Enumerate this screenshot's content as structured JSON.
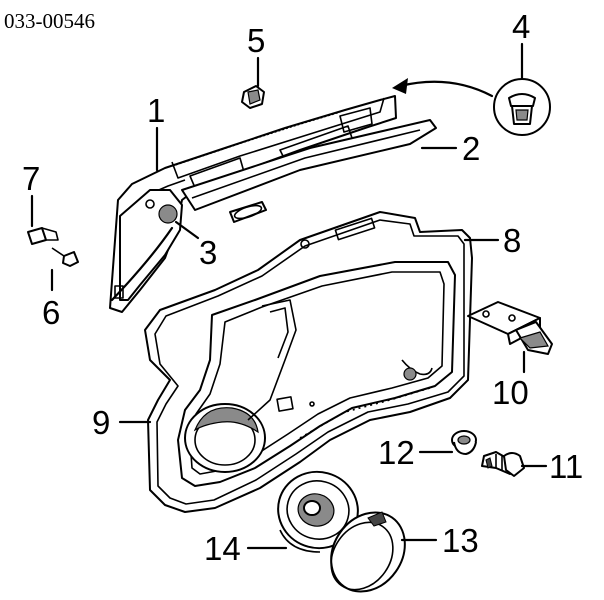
{
  "diagram": {
    "part_code": "033-00546",
    "callouts": [
      {
        "id": "1",
        "label": "1"
      },
      {
        "id": "2",
        "label": "2"
      },
      {
        "id": "3",
        "label": "3"
      },
      {
        "id": "4",
        "label": "4"
      },
      {
        "id": "5",
        "label": "5"
      },
      {
        "id": "6",
        "label": "6"
      },
      {
        "id": "7",
        "label": "7"
      },
      {
        "id": "8",
        "label": "8"
      },
      {
        "id": "9",
        "label": "9"
      },
      {
        "id": "10",
        "label": "10"
      },
      {
        "id": "11",
        "label": "11"
      },
      {
        "id": "12",
        "label": "12"
      },
      {
        "id": "13",
        "label": "13"
      },
      {
        "id": "14",
        "label": "14"
      }
    ]
  }
}
